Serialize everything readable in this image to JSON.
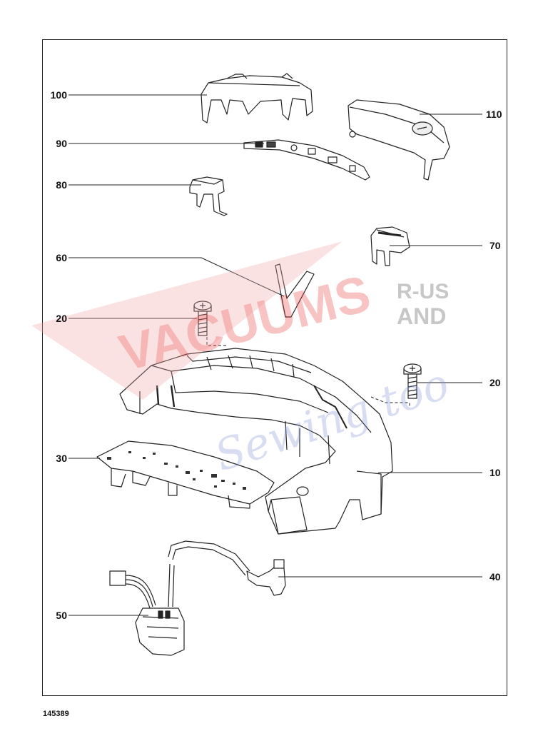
{
  "diagram": {
    "drawing_number": "145389",
    "callouts": {
      "c100": "100",
      "c110": "110",
      "c90": "90",
      "c80": "80",
      "c70": "70",
      "c60": "60",
      "c20a": "20",
      "c20b": "20",
      "c30": "30",
      "c10": "10",
      "c40": "40",
      "c50": "50"
    }
  },
  "watermark": {
    "brand_main": "VACUUMS",
    "brand_ru": "R-US",
    "brand_and": "AND",
    "brand_script": "Sewing too",
    "colors": {
      "red": "#e83b3b",
      "grey": "#9a9a9a",
      "blue": "#7f8fd6"
    }
  }
}
